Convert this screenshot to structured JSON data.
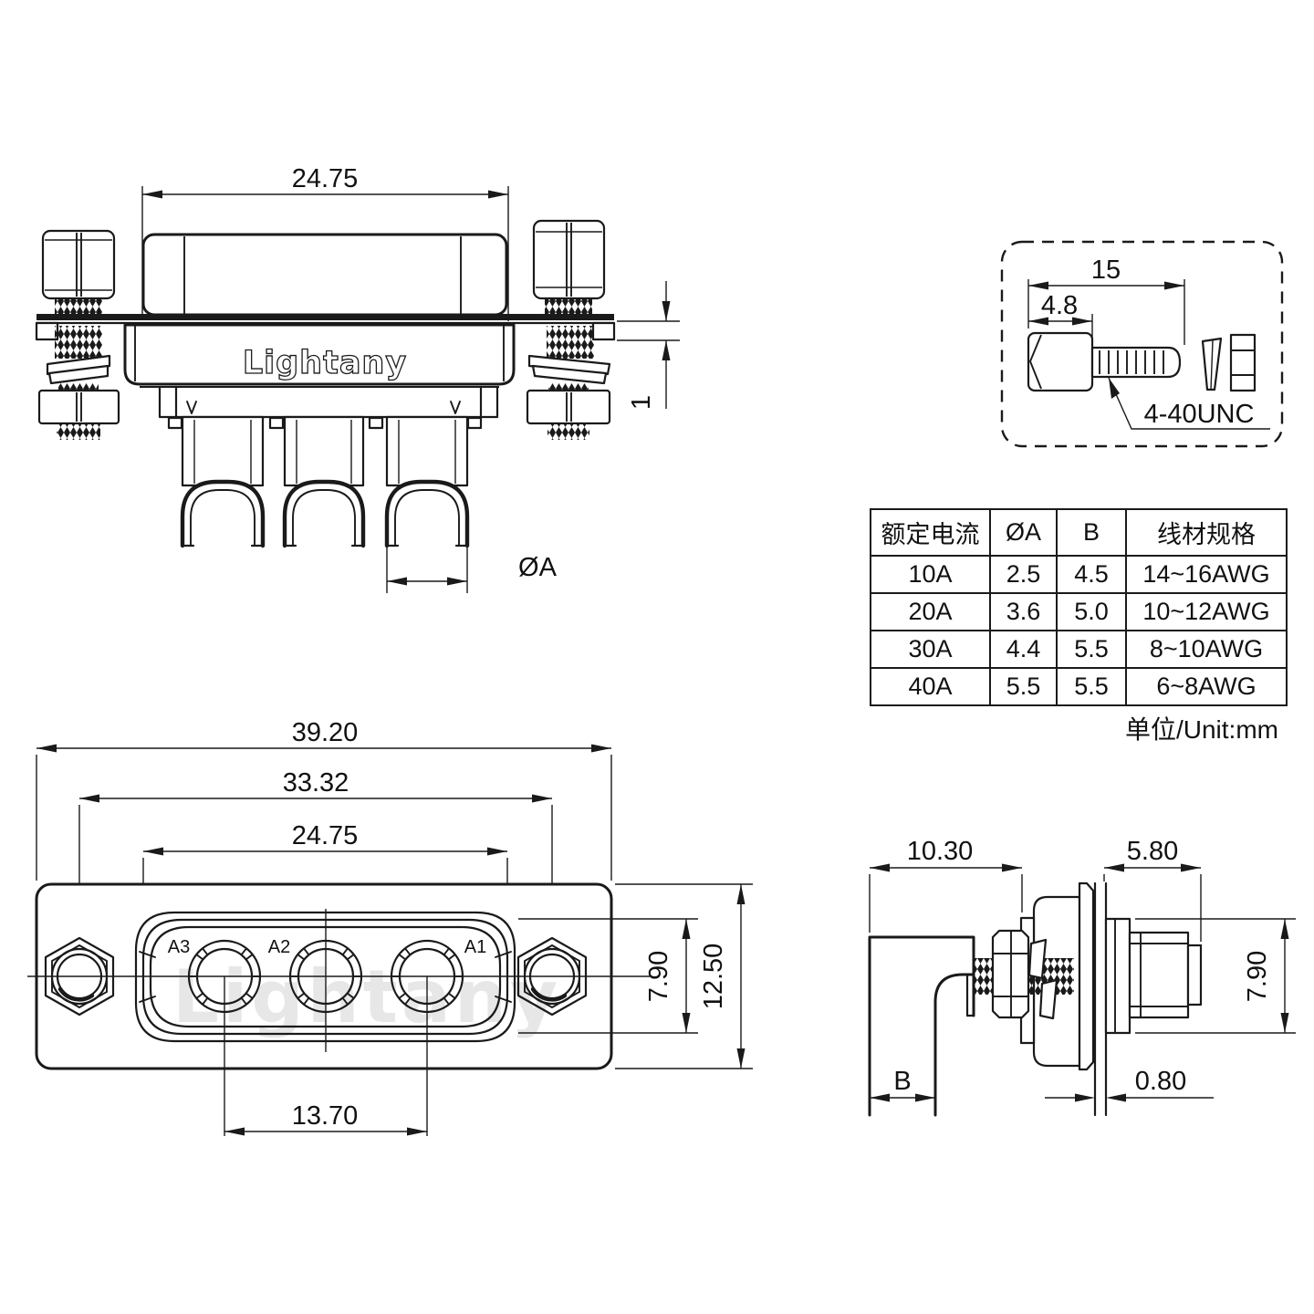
{
  "top_view": {
    "dim_shell_width": "24.75",
    "dim_gasket_thickness": "1",
    "dim_wire_cup": "ØA",
    "logo": "Lightany"
  },
  "screw_detail": {
    "dim_total_length": "15",
    "dim_head_length": "4.8",
    "thread_spec": "4-40UNC"
  },
  "table": {
    "headers": [
      "额定电流",
      "ØA",
      "B",
      "线材规格"
    ],
    "rows": [
      [
        "10A",
        "2.5",
        "4.5",
        "14~16AWG"
      ],
      [
        "20A",
        "3.6",
        "5.0",
        "10~12AWG"
      ],
      [
        "30A",
        "4.4",
        "5.5",
        "8~10AWG"
      ],
      [
        "40A",
        "5.5",
        "5.5",
        "6~8AWG"
      ]
    ],
    "unit_note": "单位/Unit:mm"
  },
  "front_view": {
    "dim_total_width": "39.20",
    "dim_mount_centers": "33.32",
    "dim_shell_width": "24.75",
    "dim_contact_span": "13.70",
    "dim_opening_height": "7.90",
    "dim_total_height": "12.50",
    "pins": [
      "A3",
      "A2",
      "A1"
    ],
    "watermark": "Lightany"
  },
  "side_view": {
    "dim_depth": "10.30",
    "dim_screw_length": "5.80",
    "dim_collar_height": "7.90",
    "dim_lug_width": "B",
    "dim_panel_thickness": "0.80"
  },
  "colors": {
    "line": "#1a1a1a",
    "background": "#ffffff",
    "watermark": "#e7e7e7"
  }
}
